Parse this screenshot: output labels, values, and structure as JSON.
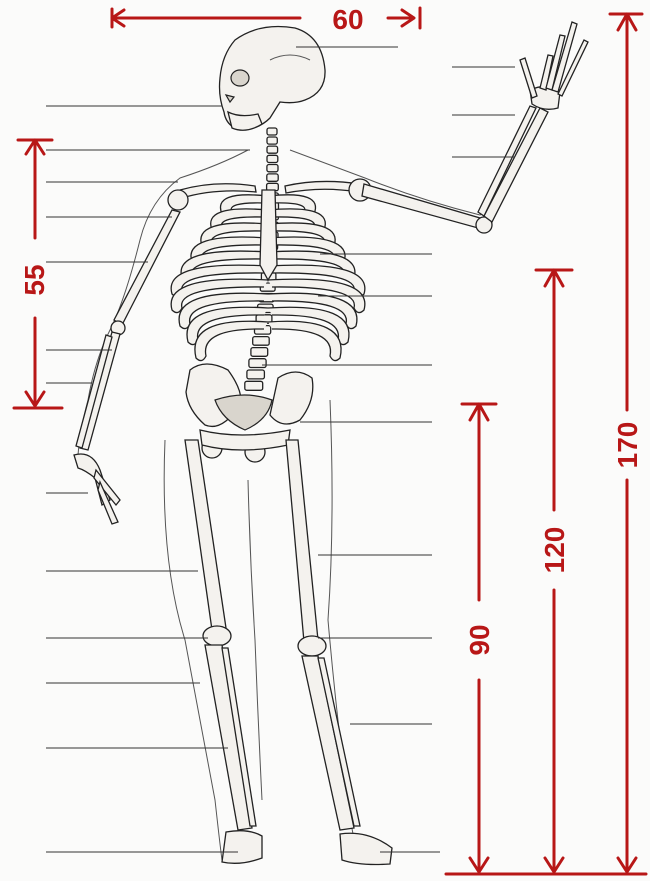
{
  "measurements": {
    "shoulder_width": "60",
    "torso_height": "55",
    "leg_height": "90",
    "hip_height": "120",
    "total_height": "170"
  },
  "colors": {
    "measure_red": "#b81717",
    "ink": "#222222",
    "paper": "#fbfbfa"
  }
}
